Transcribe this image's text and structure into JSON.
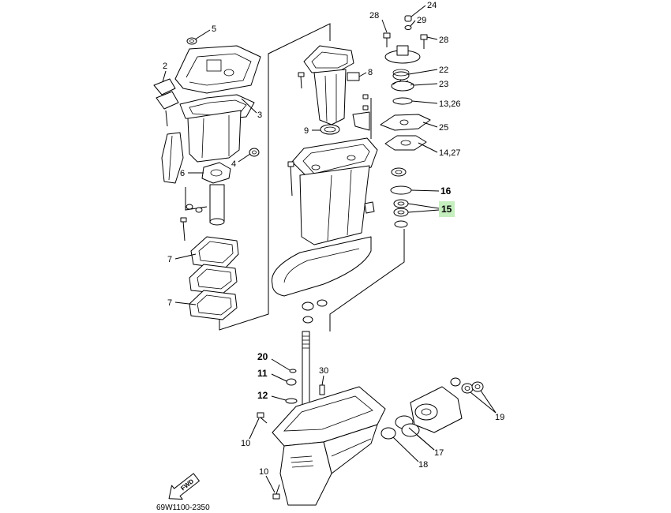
{
  "diagram": {
    "callouts": [
      {
        "label": "5"
      },
      {
        "label": "2"
      },
      {
        "label": "3"
      },
      {
        "label": "4"
      },
      {
        "label": "6"
      },
      {
        "label": "7"
      },
      {
        "label": "7"
      },
      {
        "label": "8"
      },
      {
        "label": "9"
      },
      {
        "label": "28"
      },
      {
        "label": "24"
      },
      {
        "label": "29"
      },
      {
        "label": "28"
      },
      {
        "label": "22"
      },
      {
        "label": "23"
      },
      {
        "label": "13,26"
      },
      {
        "label": "25"
      },
      {
        "label": "14,27"
      },
      {
        "label": "16",
        "bold": true
      },
      {
        "label": "15",
        "bold": true,
        "highlighted": true
      },
      {
        "label": "20",
        "bold": true
      },
      {
        "label": "11",
        "bold": true
      },
      {
        "label": "12",
        "bold": true
      },
      {
        "label": "30"
      },
      {
        "label": "10"
      },
      {
        "label": "10"
      },
      {
        "label": "17"
      },
      {
        "label": "18"
      },
      {
        "label": "19"
      }
    ],
    "fwd_label": "FWD",
    "drawing_code": "69W1100-2350",
    "colors": {
      "line": "#000000",
      "background": "#ffffff",
      "highlight": "#c6efc0"
    }
  }
}
